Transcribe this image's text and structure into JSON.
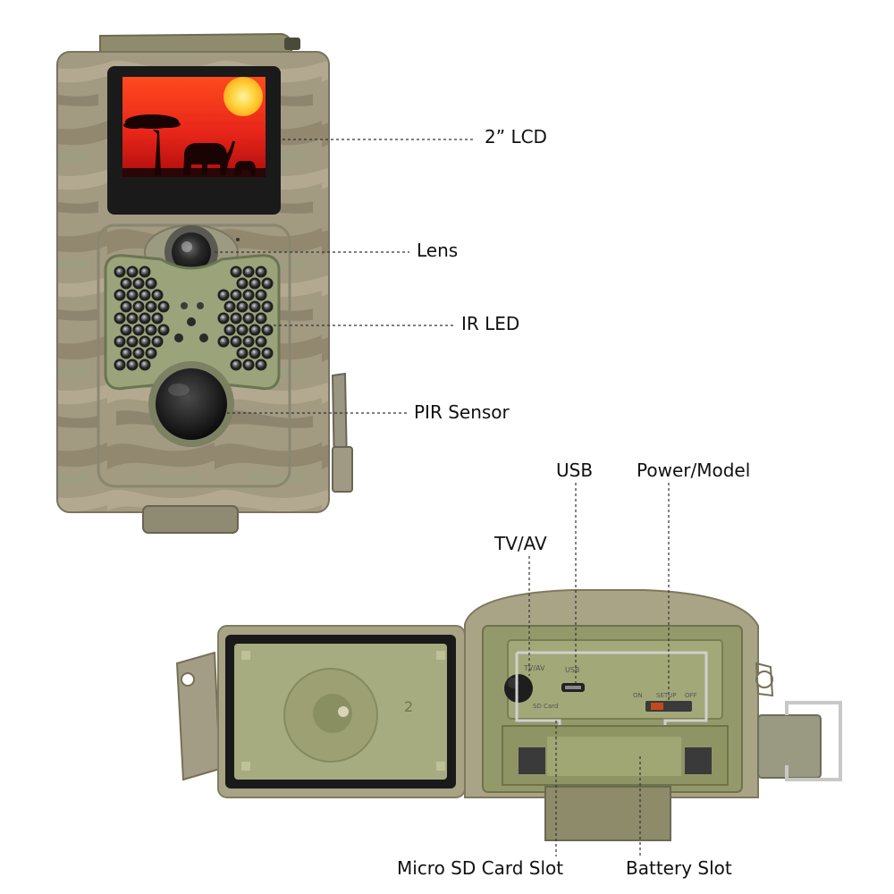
{
  "callouts": {
    "lcd": "2” LCD",
    "lens": "Lens",
    "ir_led": "IR LED",
    "pir_sensor": "PIR Sensor",
    "usb": "USB",
    "power_model": "Power/Model",
    "tv_av": "TV/AV",
    "micro_sd": "Micro SD Card Slot",
    "battery_slot": "Battery Slot"
  },
  "device_labels": {
    "panel_usb": "USB",
    "panel_tv": "TV/AV",
    "panel_on": "ON",
    "panel_setup": "SETUP",
    "panel_off": "OFF",
    "panel_sd": "SD Card",
    "door_number": "2"
  },
  "colors": {
    "camo_base": "#a39a82",
    "camo_dark": "#857a62",
    "camo_green": "#9aa080",
    "olive_panel": "#9ea77a",
    "olive_dark": "#6f7a4d",
    "lcd_bezel": "#1a1a1a",
    "sunset_top": "#ff3b1a",
    "sunset_bottom": "#c01010",
    "sun": "#ffcc33"
  }
}
